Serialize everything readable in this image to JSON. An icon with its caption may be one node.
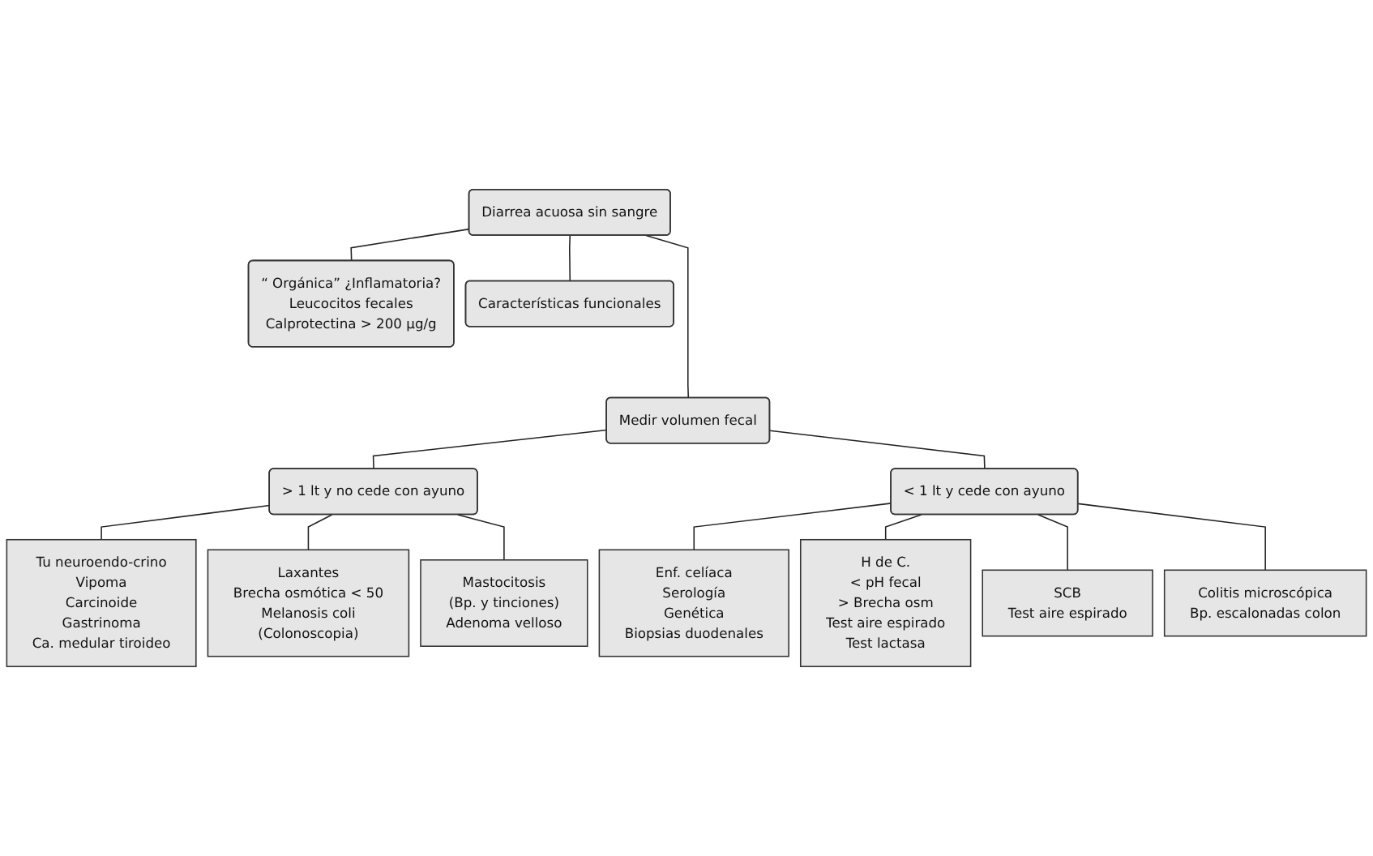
{
  "diagram": {
    "nodes": [
      {
        "text": [
          "Diarrea acuosa sin sangre"
        ]
      },
      {
        "text": [
          "“ Orgánica” ¿Inflamatoria?",
          "Leucocitos fecales",
          "Calprotectina > 200 μg/g"
        ]
      },
      {
        "text": [
          "Características funcionales"
        ]
      },
      {
        "text": [
          "Medir volumen fecal"
        ]
      },
      {
        "text": [
          "> 1 lt y no cede con ayuno"
        ]
      },
      {
        "text": [
          "< 1 lt y cede con ayuno"
        ]
      },
      {
        "text": [
          "Tu neuroendo-crino",
          "Vipoma",
          "Carcinoide",
          "Gastrinoma",
          "Ca. medular tiroideo"
        ]
      },
      {
        "text": [
          "Laxantes",
          "Brecha osmótica < 50",
          "Melanosis coli",
          "(Colonoscopia)"
        ]
      },
      {
        "text": [
          "Mastocitosis",
          "(Bp. y tinciones)",
          "Adenoma velloso"
        ]
      },
      {
        "text": [
          "Enf. celíaca",
          "Serología",
          "Genética",
          "Biopsias duodenales"
        ]
      },
      {
        "text": [
          "H de C.",
          "< pH fecal",
          "> Brecha osm",
          "Test aire espirado",
          "Test lactasa"
        ]
      },
      {
        "text": [
          "SCB",
          "Test aire espirado"
        ]
      },
      {
        "text": [
          "Colitis microscópica",
          "Bp. escalonadas colon"
        ]
      }
    ],
    "edges": [
      {
        "from": 0,
        "to": 1,
        "arrow": "none"
      },
      {
        "from": 0,
        "to": 2,
        "arrow": "none"
      },
      {
        "from": 0,
        "to": 3,
        "arrow": "none"
      },
      {
        "from": 3,
        "to": 4,
        "arrow": "none"
      },
      {
        "from": 3,
        "to": 5,
        "arrow": "none"
      },
      {
        "from": 4,
        "to": 6,
        "arrow": "none"
      },
      {
        "from": 4,
        "to": 7,
        "arrow": "none"
      },
      {
        "from": 4,
        "to": 8,
        "arrow": "none"
      },
      {
        "from": 5,
        "to": 9,
        "arrow": "none"
      },
      {
        "from": 5,
        "to": 10,
        "arrow": "none"
      },
      {
        "from": 5,
        "to": 11,
        "arrow": "none"
      },
      {
        "from": 5,
        "to": 12,
        "arrow": "none"
      }
    ]
  }
}
